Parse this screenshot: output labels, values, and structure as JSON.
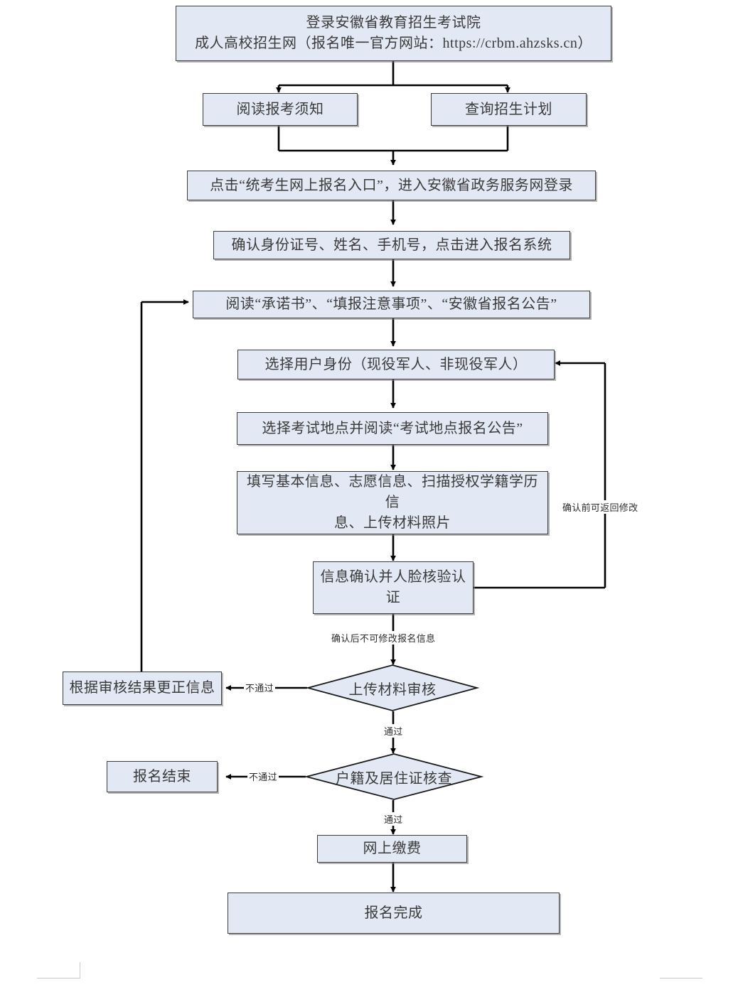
{
  "title": "安徽省成人高校招生网上报名流程图",
  "colors": {
    "node_fill": "#e3e9f4",
    "node_border": "#3d3d3d",
    "text": "#3a3a3a",
    "background": "#ffffff"
  },
  "nodes": {
    "login": "登录安徽省教育招生考试院\n成人高校招生网（报名唯一官方网站：https://crbm.ahzsks.cn）",
    "read_notice": "阅读报考须知",
    "query_plan": "查询招生计划",
    "click_entry": "点击“统考生网上报名入口”，进入安徽省政务服务网登录",
    "confirm_identity": "确认身份证号、姓名、手机号，点击进入报名系统",
    "read_documents": "阅读“承诺书”、“填报注意事项”、“安徽省报名公告”",
    "select_user_type": "选择用户身份（现役军人、非现役军人）",
    "select_exam_site": "选择考试地点并阅读“考试地点报名公告”",
    "fill_info": "填写基本信息、志愿信息、扫描授权学籍学历信\n息、上传材料照片",
    "face_verify": "信息确认并人脸核验认证",
    "correct_info": "根据审核结果更正信息",
    "registration_end": "报名结束",
    "online_payment": "网上缴费",
    "registration_complete": "报名完成"
  },
  "decisions": {
    "material_review": "上传材料审核",
    "residence_check": "户籍及居住证核查"
  },
  "edge_labels": {
    "can_return_before_confirm": "确认前可返回修改",
    "cannot_modify_after_confirm": "确认后不可修改报名信息",
    "material_fail": "不通过",
    "material_pass": "通过",
    "residence_fail": "不通过",
    "residence_pass": "通过"
  }
}
